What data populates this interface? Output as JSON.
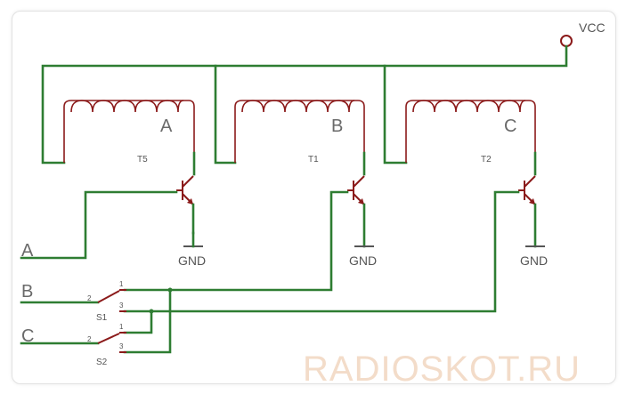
{
  "supply": {
    "label": "VCC"
  },
  "coils": [
    {
      "label": "A"
    },
    {
      "label": "B"
    },
    {
      "label": "C"
    }
  ],
  "transistors": [
    {
      "designator": "T5",
      "ground_label": "GND"
    },
    {
      "designator": "T1",
      "ground_label": "GND"
    },
    {
      "designator": "T2",
      "ground_label": "GND"
    }
  ],
  "inputs": [
    {
      "label": "A"
    },
    {
      "label": "B"
    },
    {
      "label": "C"
    }
  ],
  "switches": [
    {
      "designator": "S1",
      "pin_common": "2",
      "pin_1": "1",
      "pin_3": "3"
    },
    {
      "designator": "S2",
      "pin_common": "2",
      "pin_1": "1",
      "pin_3": "3"
    }
  ],
  "watermark": "RADIOSKOT.RU",
  "colors": {
    "wire": "#2e7d32",
    "component": "#8b1a1a",
    "label": "#6a6a6a"
  }
}
